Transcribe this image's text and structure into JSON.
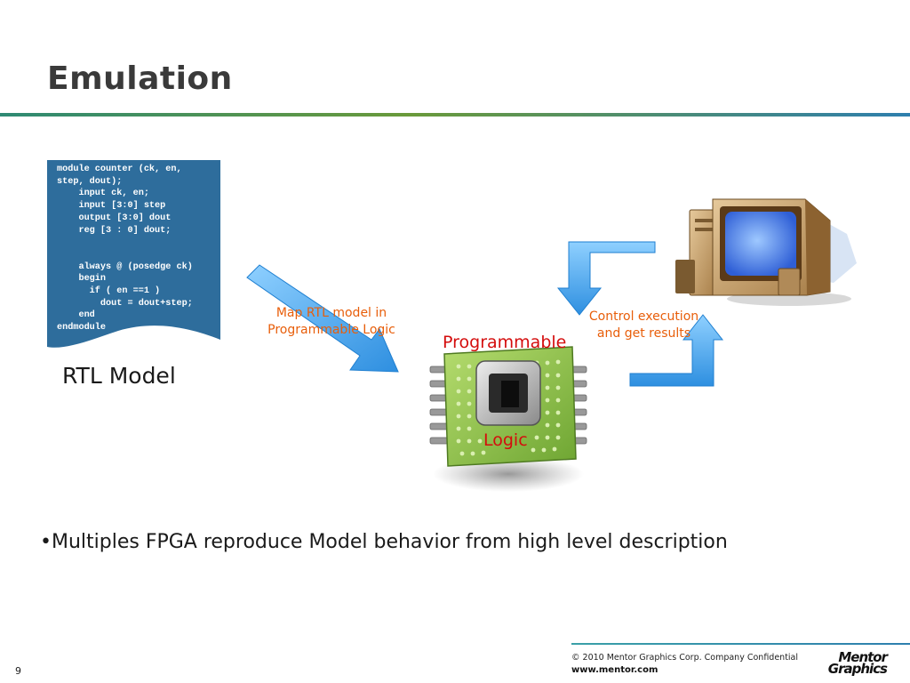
{
  "slide": {
    "title": "Emulation",
    "page_number": "9"
  },
  "code": {
    "lines": [
      "module counter (ck, en,",
      "step, dout);",
      "    input ck, en;",
      "    input [3:0] step",
      "    output [3:0] dout",
      "    reg [3 : 0] dout;",
      "",
      "",
      "    always @ (posedge ck)",
      "    begin",
      "      if ( en ==1 )",
      "        dout = dout+step;",
      "    end",
      "endmodule"
    ]
  },
  "labels": {
    "rtl_model": "RTL Model",
    "map_line1": "Map RTL model in",
    "map_line2": "Programmable Logic",
    "control_line1": "Control execution",
    "control_line2": "and get results",
    "chip_top": "Programmable",
    "chip_bottom": "Logic"
  },
  "bullet": "•Multiples FPGA reproduce Model behavior from high level description",
  "footer": {
    "copyright": "© 2010 Mentor Graphics Corp. Company Confidential",
    "url": "www.mentor.com",
    "logo_line1": "Mentor",
    "logo_line2": "Graphics"
  },
  "colors": {
    "code_bg": "#2e6d9c",
    "orange": "#e85e0a",
    "red": "#d40d0d",
    "arrow_blue": "#3fa3ea",
    "chip_green": "#8cc046"
  },
  "icons": [
    "computer-icon",
    "fpga-chip-icon"
  ]
}
